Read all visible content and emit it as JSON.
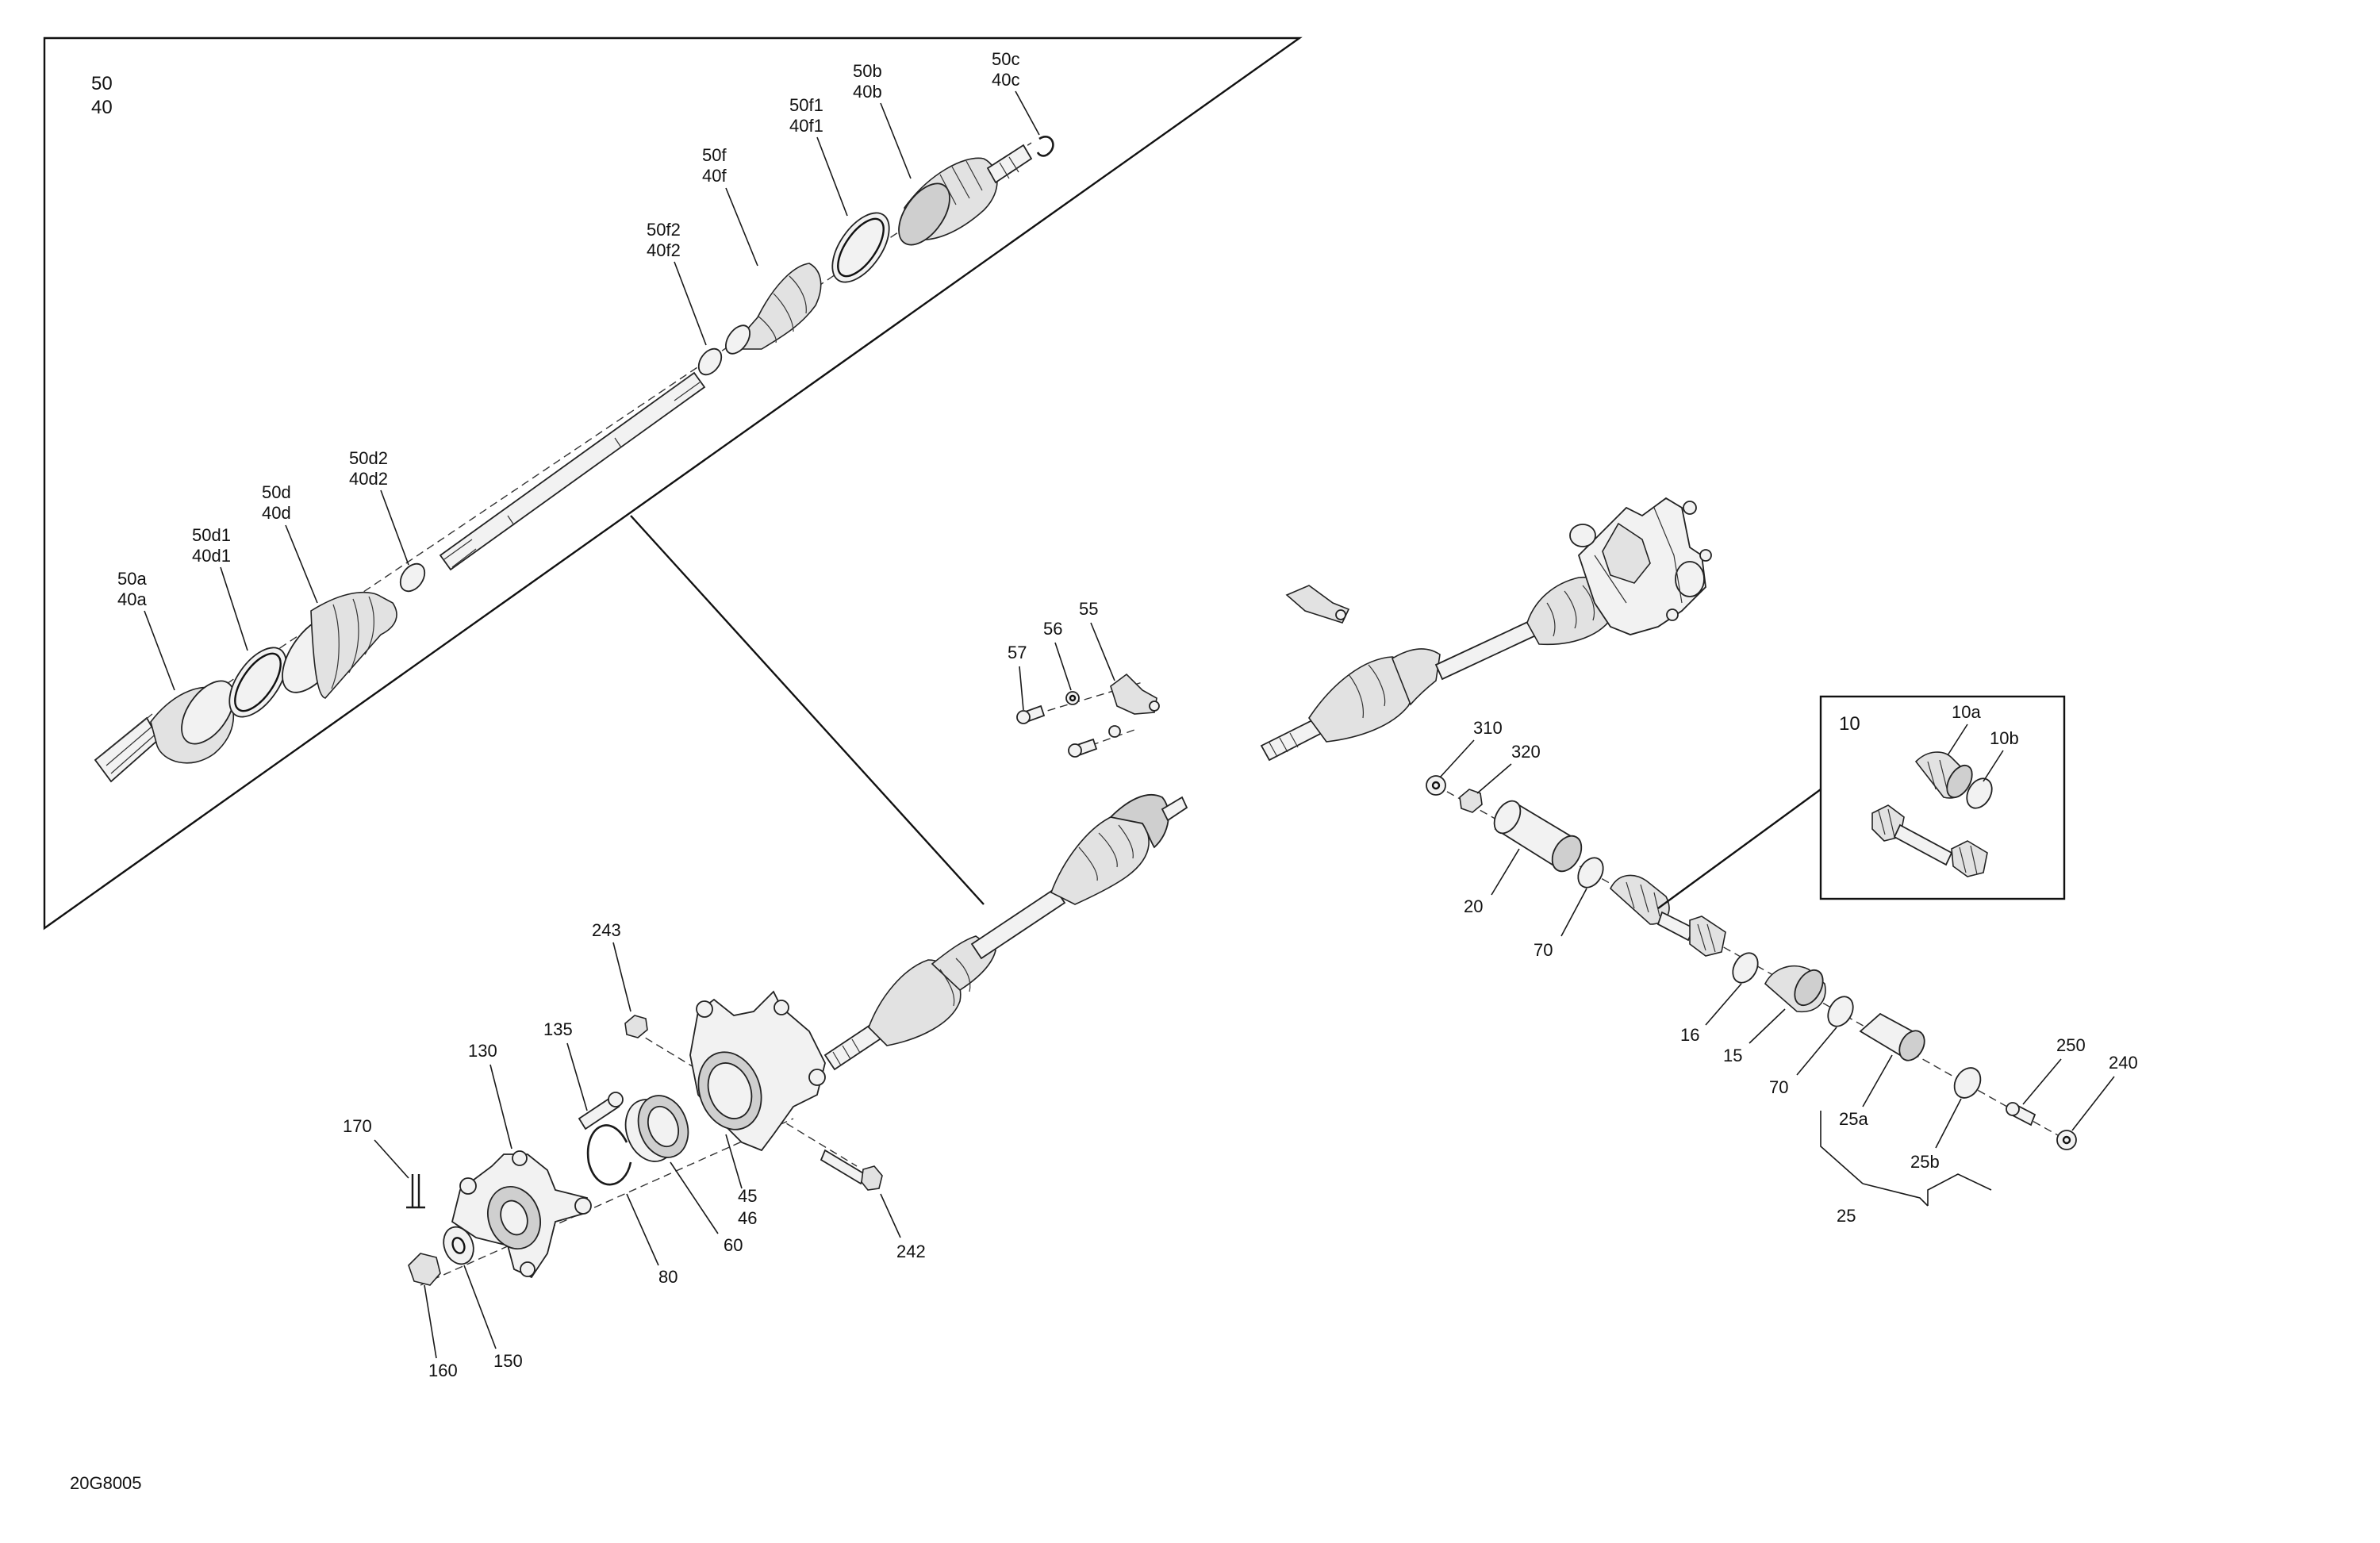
{
  "diagram_code": "20G8005",
  "inset_driveshaft": {
    "title_line1": "50",
    "title_line2": "40"
  },
  "inset_intermediate": {
    "title": "10"
  },
  "callouts": {
    "c50a_40a": [
      "50a",
      "40a"
    ],
    "c50d1_40d1": [
      "50d1",
      "40d1"
    ],
    "c50d_40d": [
      "50d",
      "40d"
    ],
    "c50d2_40d2": [
      "50d2",
      "40d2"
    ],
    "c50f2_40f2": [
      "50f2",
      "40f2"
    ],
    "c50f_40f": [
      "50f",
      "40f"
    ],
    "c50f1_40f1": [
      "50f1",
      "40f1"
    ],
    "c50b_40b": [
      "50b",
      "40b"
    ],
    "c50c_40c": [
      "50c",
      "40c"
    ],
    "c57": "57",
    "c56": "56",
    "c55": "55",
    "c310": "310",
    "c320": "320",
    "c10a": "10a",
    "c10b": "10b",
    "c20": "20",
    "c70_upper": "70",
    "c16": "16",
    "c15": "15",
    "c70_lower": "70",
    "c25a": "25a",
    "c25b": "25b",
    "c25": "25",
    "c250": "250",
    "c240": "240",
    "c243": "243",
    "c135": "135",
    "c130": "130",
    "c170": "170",
    "c45_46": [
      "45",
      "46"
    ],
    "c60": "60",
    "c80": "80",
    "c242": "242",
    "c150": "150",
    "c160": "160"
  }
}
